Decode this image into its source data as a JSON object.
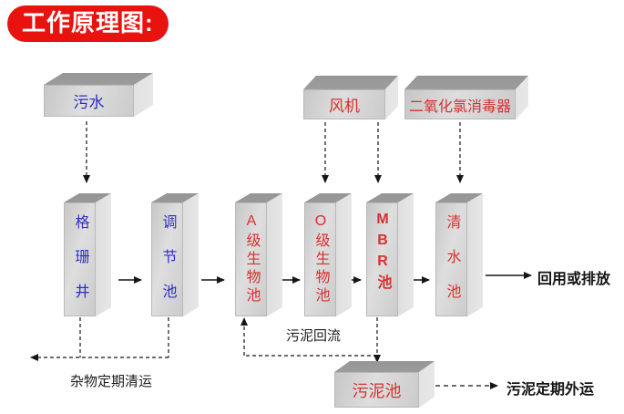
{
  "title": "工作原理图:",
  "colors": {
    "title_bg": "#e8120f",
    "title_text": "#ffffff",
    "blue_label": "#2d2dc4",
    "red_label": "#d83030",
    "black_label": "#1d1d1d",
    "box_top": "#9e9e9e",
    "box_front": "#d5d5d5",
    "box_side": "#e0e0e0"
  },
  "boxes": {
    "sewage": {
      "label": "污水"
    },
    "fan": {
      "label": "风机"
    },
    "disinfector": {
      "label": "二氧化氯消毒器"
    },
    "sludge_tank": {
      "label": "污泥池"
    }
  },
  "pillars": [
    {
      "label": "格珊井"
    },
    {
      "label": "调节池"
    },
    {
      "label": "A级生物池"
    },
    {
      "label": "O级生物池"
    },
    {
      "label": "MBR池"
    },
    {
      "label": "清水池"
    }
  ],
  "labels": {
    "reuse_or_discharge": "回用或排放",
    "debris_removal": "杂物定期清运",
    "sludge_return": "污泥回流",
    "sludge_transport": "污泥定期外运"
  }
}
